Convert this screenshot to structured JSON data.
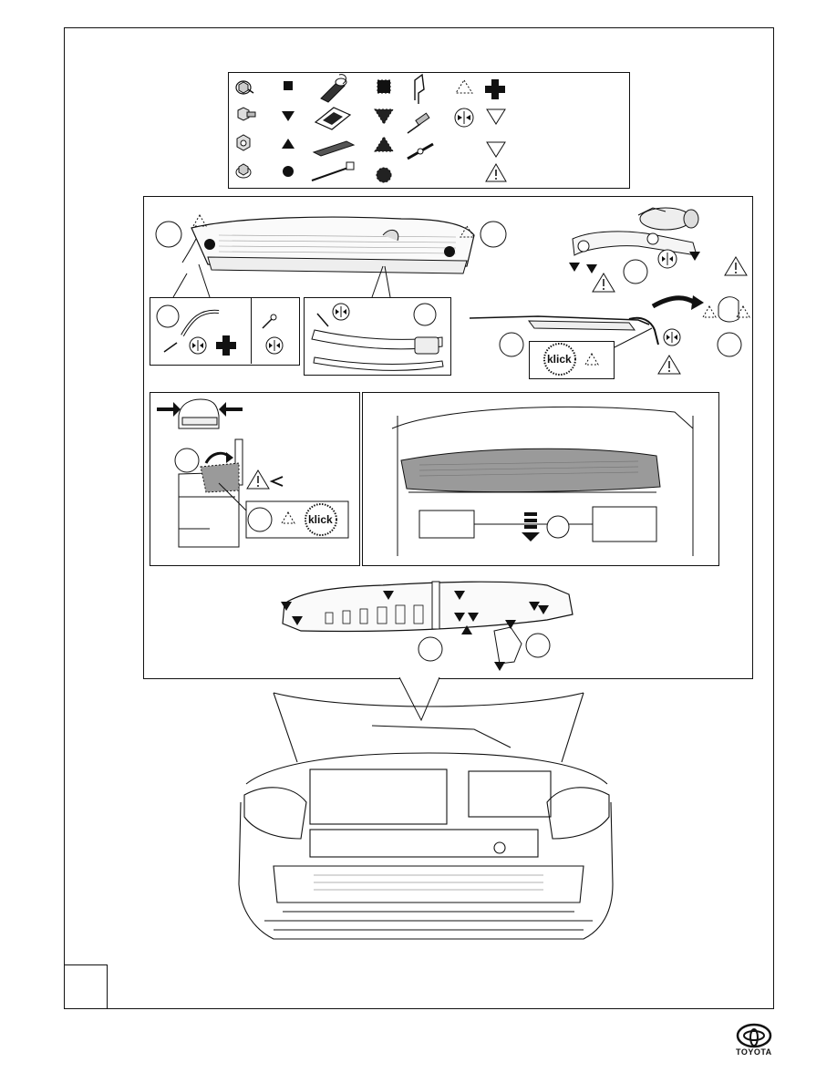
{
  "brand": {
    "name": "TOYOTA"
  },
  "callouts": {
    "klick_1": "klick",
    "klick_2": "klick"
  },
  "icons": {
    "legend": [
      "flange-bolt-icon",
      "hex-bolt-icon",
      "nut-icon",
      "flanged-nut-icon",
      "square-marker-icon",
      "triangle-down-marker-icon",
      "triangle-up-marker-icon",
      "circle-marker-icon",
      "grease-tube-icon",
      "sealant-pack-icon",
      "adhesive-pad-icon",
      "cable-tie-icon",
      "dashed-square-icon",
      "dashed-triangle-down-icon",
      "dashed-triangle-up-icon",
      "dashed-circle-icon",
      "clip-icon",
      "screwdriver-icon",
      "dashed-warning-icon",
      "torque-gauge-icon",
      "cross-plus-icon",
      "outline-triangle-icon",
      "warning-icon"
    ]
  },
  "colors": {
    "line": "#111111",
    "panel_gray": "#9a9a9a"
  }
}
